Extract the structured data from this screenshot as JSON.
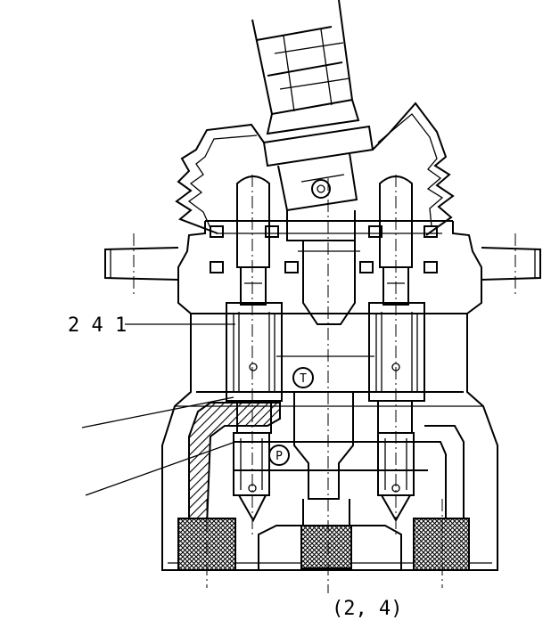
{
  "diagram": {
    "part_label": "2 4 1",
    "port_t_label": "T",
    "port_p_label": "P",
    "caption": "(2, 4)"
  }
}
